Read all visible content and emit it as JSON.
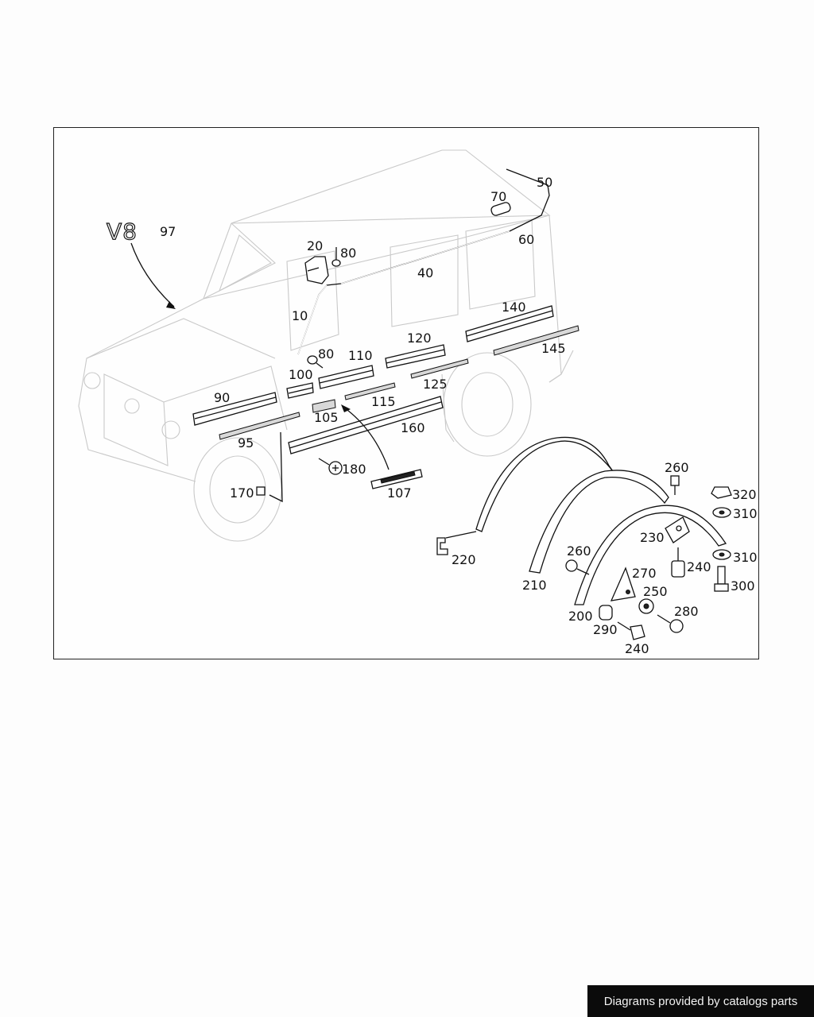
{
  "badge_text": "V8",
  "callouts": [
    {
      "id": "c97",
      "text": "97"
    },
    {
      "id": "c50",
      "text": "50"
    },
    {
      "id": "c70",
      "text": "70"
    },
    {
      "id": "c60",
      "text": "60"
    },
    {
      "id": "c20",
      "text": "20"
    },
    {
      "id": "c80a",
      "text": "80"
    },
    {
      "id": "c40",
      "text": "40"
    },
    {
      "id": "c10",
      "text": "10"
    },
    {
      "id": "c140",
      "text": "140"
    },
    {
      "id": "c80b",
      "text": "80"
    },
    {
      "id": "c110",
      "text": "110"
    },
    {
      "id": "c120",
      "text": "120"
    },
    {
      "id": "c145",
      "text": "145"
    },
    {
      "id": "c100",
      "text": "100"
    },
    {
      "id": "c125",
      "text": "125"
    },
    {
      "id": "c90",
      "text": "90"
    },
    {
      "id": "c115",
      "text": "115"
    },
    {
      "id": "c105",
      "text": "105"
    },
    {
      "id": "c160",
      "text": "160"
    },
    {
      "id": "c95",
      "text": "95"
    },
    {
      "id": "c180",
      "text": "180"
    },
    {
      "id": "c170",
      "text": "170"
    },
    {
      "id": "c107",
      "text": "107"
    },
    {
      "id": "c260a",
      "text": "260"
    },
    {
      "id": "c320",
      "text": "320"
    },
    {
      "id": "c310a",
      "text": "310"
    },
    {
      "id": "c230",
      "text": "230"
    },
    {
      "id": "c220",
      "text": "220"
    },
    {
      "id": "c260b",
      "text": "260"
    },
    {
      "id": "c310b",
      "text": "310"
    },
    {
      "id": "c240a",
      "text": "240"
    },
    {
      "id": "c270",
      "text": "270"
    },
    {
      "id": "c300",
      "text": "300"
    },
    {
      "id": "c210",
      "text": "210"
    },
    {
      "id": "c250",
      "text": "250"
    },
    {
      "id": "c280",
      "text": "280"
    },
    {
      "id": "c200",
      "text": "200"
    },
    {
      "id": "c290",
      "text": "290"
    },
    {
      "id": "c240b",
      "text": "240"
    }
  ],
  "footer": {
    "text": "Diagrams provided by catalogs parts"
  },
  "colors": {
    "line": "#111111",
    "ghost": "#c9c9c9",
    "footer_bg": "#0b0b0b"
  }
}
